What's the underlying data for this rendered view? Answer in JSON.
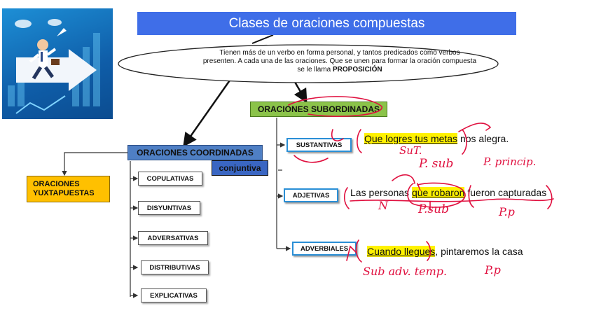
{
  "title": "Clases de oraciones compuestas",
  "definition": {
    "line1": "Tienen más de un verbo en forma personal, y tantos predicados como verbos",
    "line2": "presenten. A cada una de las oraciones. Que se unen para formar la oración compuesta",
    "line3_prefix": "se le llama",
    "line3_bold": "PROPOSICIÓN"
  },
  "yuxtapuestas": "ORACIONES\nYUXTAPUESTAS",
  "coordinadas": {
    "label": "ORACIONES COORDINADAS",
    "conjunction": "conjuntiva",
    "types": [
      "COPULATIVAS",
      "DISYUNTIVAS",
      "ADVERSATIVAS",
      "DISTRIBUTIVAS",
      "EXPLICATIVAS"
    ]
  },
  "subordinadas": {
    "label": "ORACIONES SUBORDINADAS",
    "types": [
      "SUSTANTIVAS",
      "ADJETIVAS",
      "ADVERBIALES"
    ]
  },
  "examples": {
    "sustantivas": {
      "highlight": "Que logres tus metas",
      "rest": " nos alegra."
    },
    "adjetivas": {
      "pre": "Las personas ",
      "highlight": "que robaron",
      "rest": " fueron capturadas"
    },
    "adverbiales": {
      "highlight": "Cuando llegues",
      "rest": ", pintaremos la casa"
    }
  },
  "annotations": {
    "sust": "SuT.",
    "psub": "P. sub",
    "pprincip": "P. princip.",
    "n": "N",
    "psub2": "P.sub",
    "pp": "P.p",
    "subadv": "Sub adv. temp.",
    "po": "P.p"
  },
  "colors": {
    "title_bg": "#3f6ee8",
    "coordinadas_bg": "#4f7fc4",
    "subordinadas_bg": "#8bc34a",
    "yuxtapuestas_bg": "#ffc000",
    "conjuntiva_bg": "#3a66c2",
    "highlight": "#fff200",
    "handwriting": "#e0103f"
  }
}
